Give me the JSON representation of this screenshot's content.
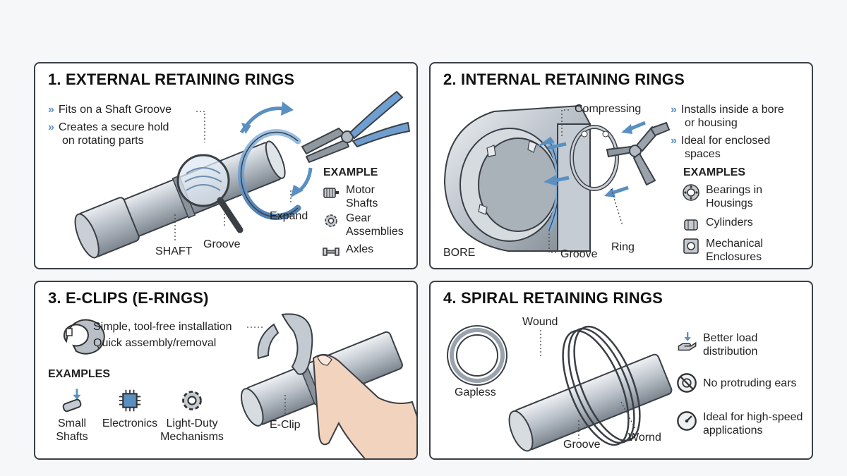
{
  "panels": {
    "p1": {
      "title": "1. EXTERNAL RETAINING RINGS",
      "bullets": [
        "Fits on a Shaft Groove",
        "Creates a secure hold",
        "on rotating parts"
      ],
      "labels": {
        "shaft": "SHAFT",
        "groove": "Groove",
        "expand": "Expand"
      },
      "example_heading": "EXAMPLE",
      "examples": [
        {
          "line1": "Motor",
          "line2": "Shafts",
          "icon": "motor-icon"
        },
        {
          "line1": "Gear",
          "line2": "Assemblies",
          "icon": "gear-icon"
        },
        {
          "line1": "Axles",
          "line2": "",
          "icon": "axle-icon"
        }
      ]
    },
    "p2": {
      "title": "2. INTERNAL RETAINING RINGS",
      "bullets": [
        "Installs inside a bore",
        "or housing",
        "Ideal for enclosed",
        "spaces"
      ],
      "labels": {
        "compressing": "Compressing",
        "bore": "BORE",
        "groove": "Groove",
        "ring": "Ring"
      },
      "example_heading": "EXAMPLES",
      "examples": [
        {
          "line1": "Bearings in",
          "line2": "Housings",
          "icon": "bearing-icon"
        },
        {
          "line1": "Cylinders",
          "line2": "",
          "icon": "cylinder-icon"
        },
        {
          "line1": "Mechanical",
          "line2": "Enclosures",
          "icon": "enclosure-icon"
        }
      ]
    },
    "p3": {
      "title": "3. E-CLIPS (E-RINGS)",
      "bullets": [
        "Simple, tool-free installation",
        "Quick assembly/removal"
      ],
      "labels": {
        "eclip": "E-Clip"
      },
      "example_heading": "EXAMPLES",
      "examples": [
        {
          "line1": "Small",
          "line2": "Shafts",
          "icon": "small-shaft-icon"
        },
        {
          "line1": "Electronics",
          "line2": "",
          "icon": "chip-icon"
        },
        {
          "line1": "Light-Duty",
          "line2": "Mechanisms",
          "icon": "cog-icon"
        }
      ]
    },
    "p4": {
      "title": "4. SPIRAL RETAINING RINGS",
      "labels": {
        "wound": "Wound",
        "gapless": "Gapless",
        "groove": "Groove",
        "wornd": "Wornd"
      },
      "features": [
        {
          "line1": "Better load",
          "line2": "distribution",
          "icon": "load-hand-icon"
        },
        {
          "line1": "No protruding ears",
          "line2": "",
          "icon": "no-ears-icon"
        },
        {
          "line1": "Ideal for high-speed",
          "line2": "applications",
          "icon": "gauge-icon"
        }
      ]
    }
  },
  "colors": {
    "accent": "#5a8fc2",
    "steel": "#9aa3ad",
    "outline": "#3a3f45"
  }
}
